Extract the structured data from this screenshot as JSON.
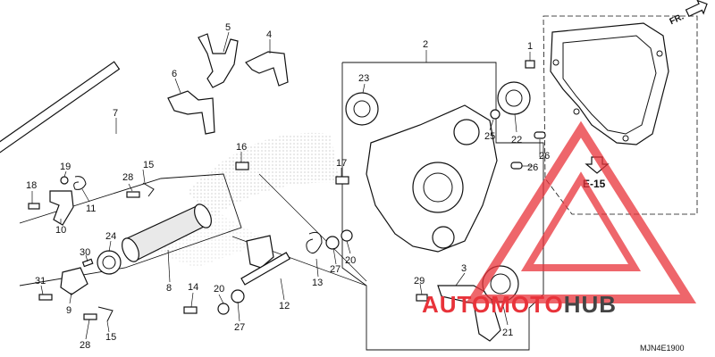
{
  "diagram_code": "MJN4E1900",
  "reference_label": "E-15",
  "direction_label": "FR.",
  "watermark": {
    "brand_left": "AUTO",
    "brand_mid": "MOTO",
    "brand_right": "HUB",
    "color": "#e8333a",
    "color_dark": "#444444"
  },
  "callouts": [
    "1",
    "2",
    "3",
    "4",
    "5",
    "6",
    "7",
    "8",
    "9",
    "10",
    "11",
    "12",
    "13",
    "14",
    "15",
    "15",
    "16",
    "17",
    "18",
    "19",
    "20",
    "20",
    "21",
    "22",
    "23",
    "24",
    "25",
    "26",
    "26",
    "27",
    "27",
    "28",
    "28",
    "29",
    "30",
    "31"
  ]
}
